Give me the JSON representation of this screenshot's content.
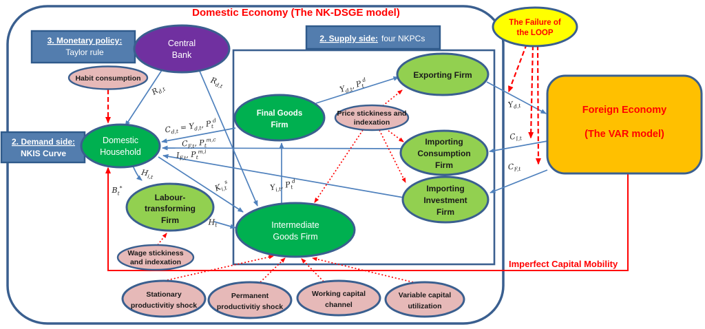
{
  "title": "Domestic Economy (The NK-DSGE model)",
  "headers": {
    "monetary_line1": "3. Monetary policy:",
    "monetary_line2": "Taylor rule",
    "demand_line1": "2. Demand side:",
    "demand_line2": "NKIS Curve",
    "supply_strong": "2. Supply side:",
    "supply_rest": "four NKPCs"
  },
  "nodes": {
    "central_bank": [
      "Central",
      "Bank"
    ],
    "domestic_household": [
      "Domestic",
      "Household"
    ],
    "final_goods_firm": [
      "Final Goods",
      "Firm"
    ],
    "intermediate_goods_firm": [
      "Intermediate",
      "Goods Firm"
    ],
    "labour_transforming_firm": [
      "Labour-",
      "transforming",
      "Firm"
    ],
    "exporting_firm": [
      "Exporting Firm"
    ],
    "importing_consumption_firm": [
      "Importing",
      "Consumption",
      "Firm"
    ],
    "importing_investment_firm": [
      "Importing",
      "Investment",
      "Firm"
    ],
    "habit_consumption": [
      "Habit consumption"
    ],
    "wage_stickiness": [
      "Wage stickiness",
      "and indexation"
    ],
    "price_stickiness": [
      "Price stickiness and",
      "indexation"
    ],
    "stationary_shock": [
      "Stationary",
      "productivitiy shock"
    ],
    "permanent_shock": [
      "Permanent",
      "productivitiy shock"
    ],
    "working_capital_channel": [
      "Working capital",
      "channel"
    ],
    "variable_capital_utilization": [
      "Variable capital",
      "utilization"
    ],
    "failure_of_loop": [
      "The Failure of",
      "the LOOP"
    ],
    "foreign_economy": [
      "Foreign Economy",
      "(The VAR model)"
    ]
  },
  "annotations": {
    "imperfect_capital_mobility": "Imperfect Capital Mobility"
  },
  "edge_labels": {
    "r_left": "R_{d,t}",
    "r_right": "R_{d,t}",
    "c_d": "C_{d,t} = Y_{d,t}, P_{t}^{d}",
    "c_f_import": "C_{F,t}, P_{t}^{m,c}",
    "i_f_import": "I_{F,t}, P_{t}^{m,i}",
    "h_it": "H_{i,t}",
    "b_t": "B_{t}^{*}",
    "k_it": "K_{i,t}^{s}",
    "h_t": "H_{t}",
    "y_it": "Y_{i,t}, P_{t}^{d}",
    "y_dt_p": "Y_{d,t}, P_{t}^{d}",
    "y_dt": "Y_{d,t}",
    "c_it": "C_{I,t}",
    "c_ft": "C_{F,t}"
  },
  "colors": {
    "dark_green": "#00B050",
    "light_green": "#92D050",
    "purple": "#7030A0",
    "pink": "#E6B9B8",
    "yellow": "#FFFF00",
    "orange": "#FFC000",
    "box_blue": "#537DAE",
    "border_blue": "#3A5F8F",
    "arrow_blue": "#4F81BD",
    "red": "#FF0000"
  }
}
